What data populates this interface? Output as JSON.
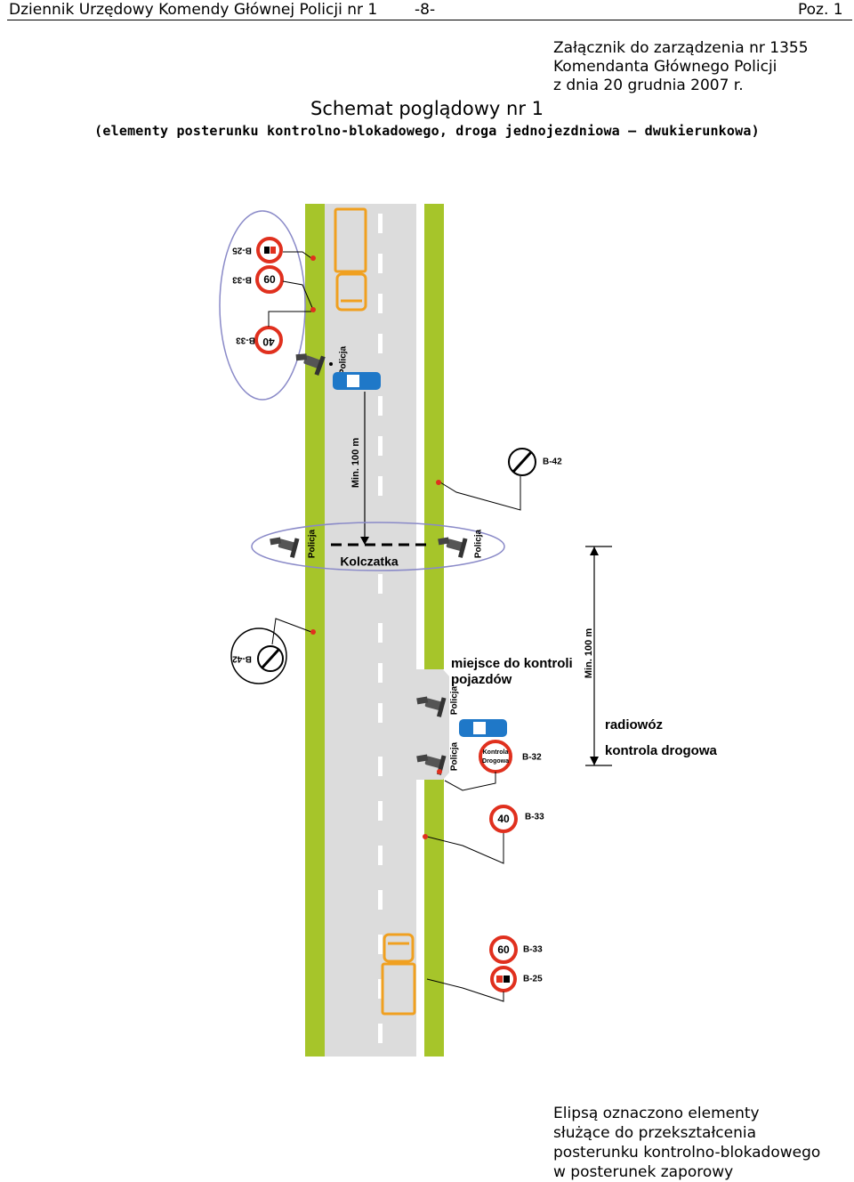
{
  "header": {
    "journal": "Dziennik Urzędowy Komendy Głównej Policji nr 1",
    "page": "-8-",
    "position": "Poz. 1"
  },
  "annex": {
    "line1": "Załącznik do zarządzenia nr 1355",
    "line2": "Komendanta Głównego Policji",
    "line3": "z dnia 20 grudnia 2007 r."
  },
  "title": "Schemat poglądowy nr 1",
  "subtitle": "(elementy posterunku kontrolno-blokadowego, droga jednojezdniowa – dwukierunkowa)",
  "diagram": {
    "sign_b25": "B-25",
    "sign_b33": "B-33",
    "sign_b42": "B-42",
    "sign_b32": "B-32",
    "speed_60": "60",
    "speed_40": "40",
    "police": "Policja",
    "min_100": "Min. 100 m",
    "spike_strip": "Kolczatka",
    "control_place_1": "miejsce do kontroli",
    "control_place_2": "pojazdów",
    "patrol_car": "radiowóz",
    "road_control": "kontrola drogowa",
    "b32_line1": "Kontrola",
    "b32_line2": "Drogowa",
    "colors": {
      "verge": "#a6c52a",
      "road": "#dcdcdc",
      "sign_red": "#e0301e",
      "police_blue": "#1f78c8",
      "truck_orange": "#f0a020"
    }
  },
  "note": {
    "line1": "Elipsą oznaczono elementy",
    "line2": "służące do przekształcenia",
    "line3": "posterunku kontrolno-blokadowego",
    "line4": "w posterunek zaporowy"
  }
}
